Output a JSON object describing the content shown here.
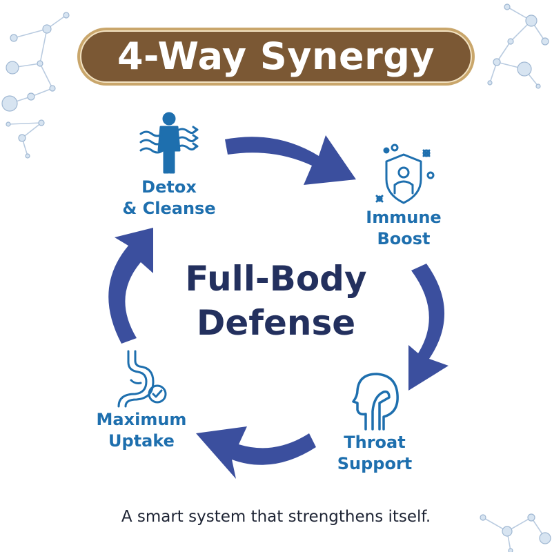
{
  "title": "4-Way Synergy",
  "center": {
    "line1": "Full-Body",
    "line2": "Defense"
  },
  "nodes": [
    {
      "line1": "Detox",
      "line2": "& Cleanse",
      "icon": "detox-figure-icon"
    },
    {
      "line1": "Immune",
      "line2": "Boost",
      "icon": "immune-shield-icon"
    },
    {
      "line1": "Throat",
      "line2": "Support",
      "icon": "throat-head-icon"
    },
    {
      "line1": "Maximum",
      "line2": "Uptake",
      "icon": "stomach-check-icon"
    }
  ],
  "tagline": "A smart system that strengthens itself.",
  "colors": {
    "banner_outer": "#c9a66b",
    "banner_inner": "#7b5834",
    "arrow": "#3b4f9e",
    "label": "#1e6fae",
    "center_text": "#23305e",
    "molecule": "#a9c1da"
  }
}
